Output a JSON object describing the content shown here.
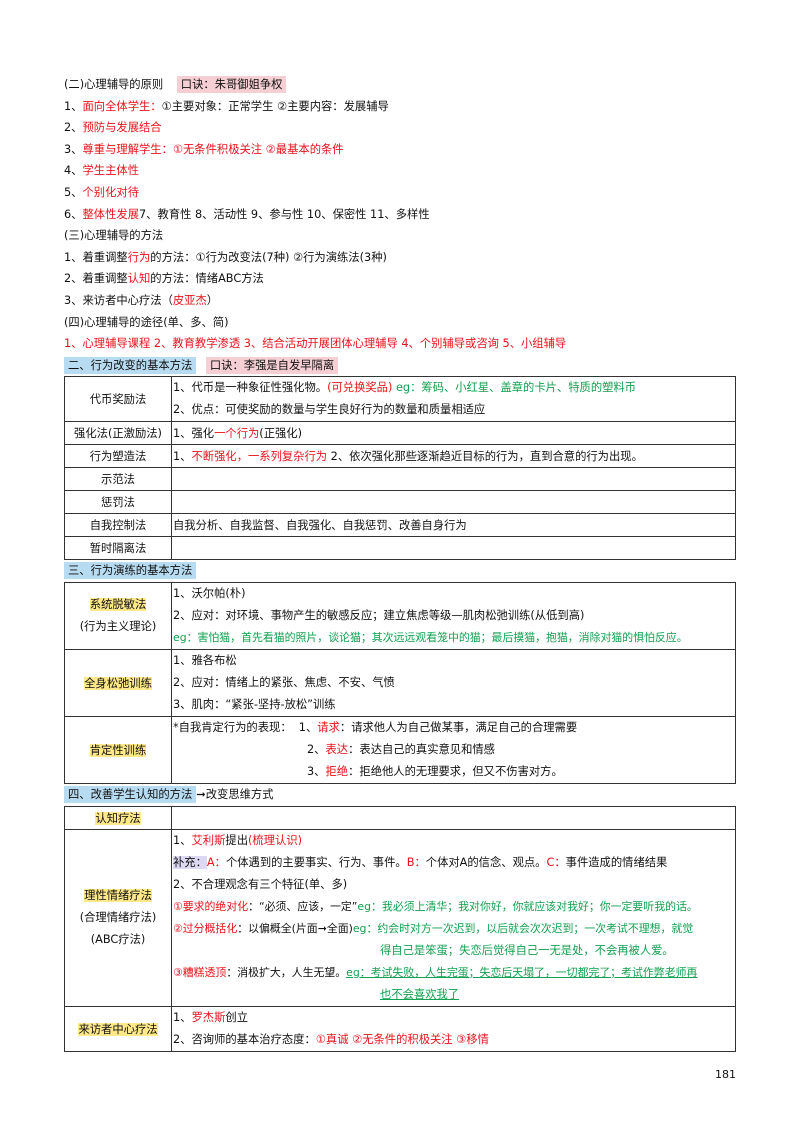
{
  "top": {
    "l1_head": "(二)心理辅导的原则",
    "l1_mnemonic": "口诀：朱哥御姐争权",
    "l2_num": "1、",
    "l2_red": "面向全体学生：",
    "l2_rest": "①主要对象：正常学生 ②主要内容：发展辅导",
    "l3_num": "2、",
    "l3_red": "预防与发展结合",
    "l4_num": "3、",
    "l4_red": "尊重与理解学生：①无条件积极关注 ②最基本的条件",
    "l5_num": "4、",
    "l5_red": "学生主体性",
    "l6_num": "5、",
    "l6_red": "个别化对待",
    "l7_num": "6、",
    "l7_red": "整体性发展",
    "l7_rest": "7、教育性 8、活动性 9、参与性 10、保密性 11、多样性",
    "l8": "(三)心理辅导的方法",
    "l9_a": "1、着重调整",
    "l9_red": "行为",
    "l9_b": "的方法：①行为改变法(7种) ②行为演练法(3种)",
    "l10_a": "2、着重调整",
    "l10_red": "认知",
    "l10_b": "的方法：情绪ABC方法",
    "l11_a": "3、来访者中心疗法（",
    "l11_red": "皮亚杰",
    "l11_b": "）",
    "l12": "(四)心理辅导的途径(单、多、简)",
    "l13_red": "1、心理辅导课程 2、教育教学渗透 3、结合活动开展团体心理辅导 4、个别辅导或咨询 5、小组辅导"
  },
  "sec2": {
    "title": "二、行为改变的基本方法",
    "mnemonic": "口诀：李强是自发早隔离",
    "rows": {
      "r1_label": "代币奖励法",
      "r1_l1_a": "1、代币是一种象征性强化物。",
      "r1_l1_red": "(可兑换奖品)",
      "r1_l1_grn": " eg：筹码、小红星、盖章的卡片、特质的塑料币",
      "r1_l2": "2、优点：可使奖励的数量与学生良好行为的数量和质量相适应",
      "r2_label": "强化法(正激励法)",
      "r2_a": "1、强化",
      "r2_red": "一个行为",
      "r2_b": "(正强化)",
      "r3_label": "行为塑造法",
      "r3_a": "1、",
      "r3_red": "不断强化，一系列复杂行为",
      "r3_b": " 2、依次强化那些逐渐趋近目标的行为，直到合意的行为出现。",
      "r4_label": "示范法",
      "r5_label": "惩罚法",
      "r6_label": "自我控制法",
      "r6_text": "自我分析、自我监督、自我强化、自我惩罚、改善自身行为",
      "r7_label": "暂时隔离法"
    }
  },
  "sec3": {
    "title": "三、行为演练的基本方法",
    "b1_label": "系统脱敏法",
    "b1_label2": "(行为主义理论)",
    "b1_l1": "1、沃尔帕(朴)",
    "b1_l2": "2、应对：对环境、事物产生的敏感反应；建立焦虑等级—肌肉松弛训练(从低到高)",
    "b1_l3": "eg：害怕猫，首先看猫的照片，谈论猫；其次远远观看笼中的猫；最后摸猫，抱猫，消除对猫的惧怕反应。",
    "b2_label": "全身松弛训练",
    "b2_l1": "1、雅各布松",
    "b2_l2": "2、应对：情绪上的紧张、焦虑、不安、气愤",
    "b2_l3": "3、肌肉：“紧张-坚持-放松”训练",
    "b3_label": "肯定性训练",
    "b3_l1_a": "*自我肯定行为的表现：  1、",
    "b3_l1_red": "请求",
    "b3_l1_b": "：请求他人为自己做某事，满足自己的合理需要",
    "b3_l2_a": "2、",
    "b3_l2_red": "表达",
    "b3_l2_b": "：表达自己的真实意见和情感",
    "b3_l3_a": "3、",
    "b3_l3_red": "拒绝",
    "b3_l3_b": "：拒绝他人的无理要求，但又不伤害对方。"
  },
  "sec4": {
    "title": "四、改善学生认知的方法",
    "title_after": "➞改变思维方式",
    "c1_label": "认知疗法",
    "c2_label": "理性情绪疗法",
    "c2_label2": "(合理情绪疗法)",
    "c2_label3": "(ABC疗法)",
    "c2_l1_a": "1、",
    "c2_l1_red": "艾利斯",
    "c2_l1_b": "提出",
    "c2_l1_red2": "(梳理认识)",
    "c2_l2_sup": "补充：",
    "c2_l2_A": "A：",
    "c2_l2_a": "个体遇到的主要事实、行为、事件。",
    "c2_l2_B": "B：",
    "c2_l2_b": "个体对A的信念、观点。",
    "c2_l2_C": "C：",
    "c2_l2_c": "事件造成的情绪结果",
    "c2_l3": "2、不合理观念有三个特征(单、多)",
    "c2_l4_red": "①要求的绝对化",
    "c2_l4_a": "：“必须、应该，一定”",
    "c2_l4_grn": "eg：我必须上清华；我对你好，你就应该对我好；你一定要听我的话。",
    "c2_l5_red": "②过分概括化",
    "c2_l5_a": "：以偏概全(片面➞全面)",
    "c2_l5_grn": "eg：约会时对方一次迟到，以后就会次次迟到；一次考试不理想，就觉",
    "c2_l6_grn": "得自己是笨蛋；失恋后觉得自己一无是处，不会再被人爱。",
    "c2_l7_red": "③糟糕透顶",
    "c2_l7_a": "：消极扩大，人生无望。",
    "c2_l7_grn": "eg：考试失败，人生完蛋；失恋后天塌了，一切都完了；考试作弊老师再",
    "c2_l8_grn": "也不会喜欢我了",
    "c3_label": "来访者中心疗法",
    "c3_l1_a": "1、",
    "c3_l1_red": "罗杰斯",
    "c3_l1_b": "创立",
    "c3_l2_a": "2、咨询师的基本治疗态度：",
    "c3_l2_red": "①真诚 ②无条件的积极关注 ③移情"
  },
  "page_number": "181",
  "colors": {
    "red": "#e8141c",
    "green": "#12a150",
    "pink_highlight": "#f6cfd4",
    "blue_highlight": "#b7dbf0",
    "yellow_highlight": "#ffe98a"
  }
}
